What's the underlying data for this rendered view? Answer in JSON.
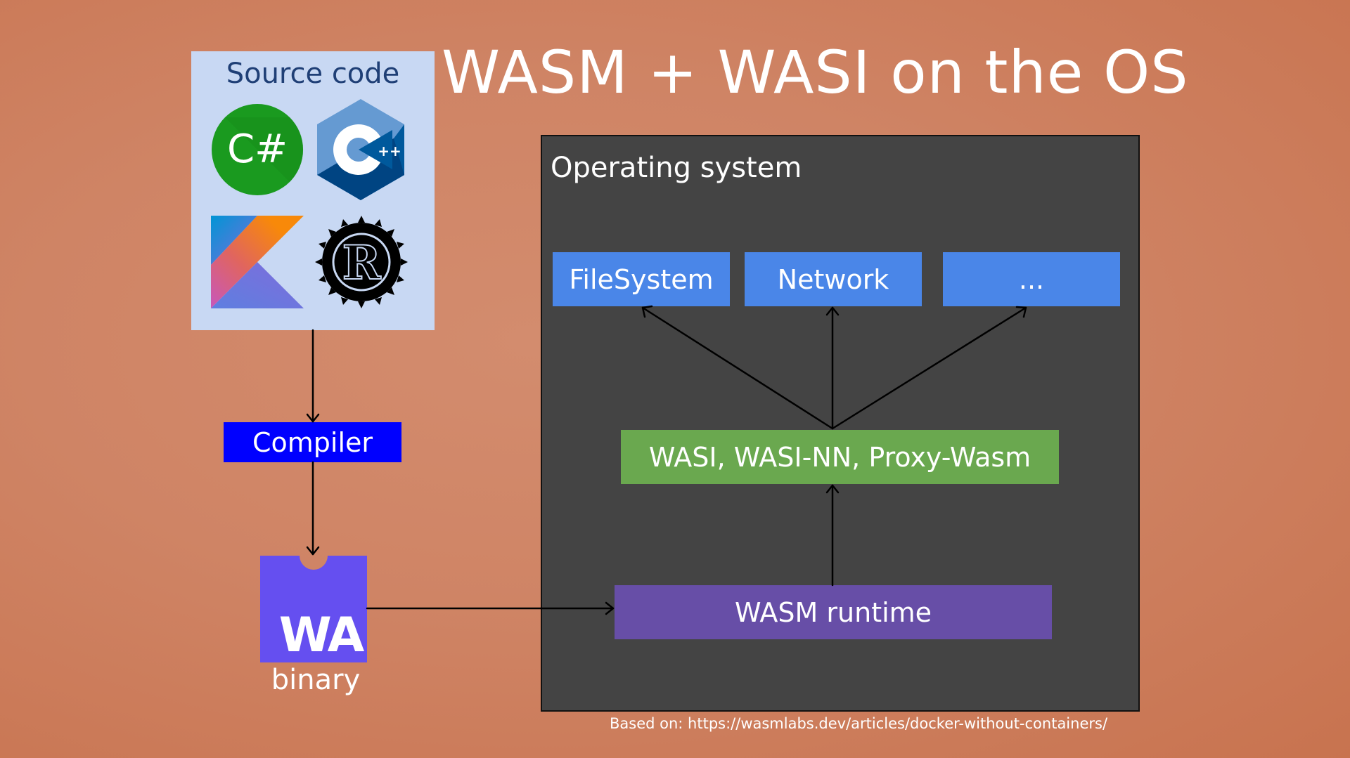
{
  "slide": {
    "title": "WASM + WASI on the OS",
    "footer": "Based on: https://wasmlabs.dev/articles/docker-without-containers/"
  },
  "source_code": {
    "label": "Source code",
    "languages": [
      {
        "name": "C#",
        "icon": "csharp-logo-icon",
        "glyph": "C#"
      },
      {
        "name": "C++",
        "icon": "cpp-logo-icon",
        "glyph": "C",
        "superscript": "++"
      },
      {
        "name": "Kotlin",
        "icon": "kotlin-logo-icon"
      },
      {
        "name": "Rust",
        "icon": "rust-logo-icon",
        "glyph": "R"
      }
    ]
  },
  "compiler": {
    "label": "Compiler"
  },
  "binary": {
    "logo_text": "WA",
    "label": "binary"
  },
  "operating_system": {
    "label": "Operating system",
    "resources": [
      {
        "label": "FileSystem"
      },
      {
        "label": "Network"
      },
      {
        "label": "..."
      }
    ],
    "interfaces": {
      "label": "WASI, WASI-NN, Proxy-Wasm"
    },
    "runtime": {
      "label": "WASM runtime"
    }
  },
  "colors": {
    "background": "#cf8465",
    "source_box": "#c8d8f3",
    "os_box": "#444444",
    "resource": "#4a86e8",
    "interfaces": "#6aa84f",
    "runtime": "#674ea7",
    "compiler": "#0000ff",
    "wasm_logo": "#654ff0"
  }
}
